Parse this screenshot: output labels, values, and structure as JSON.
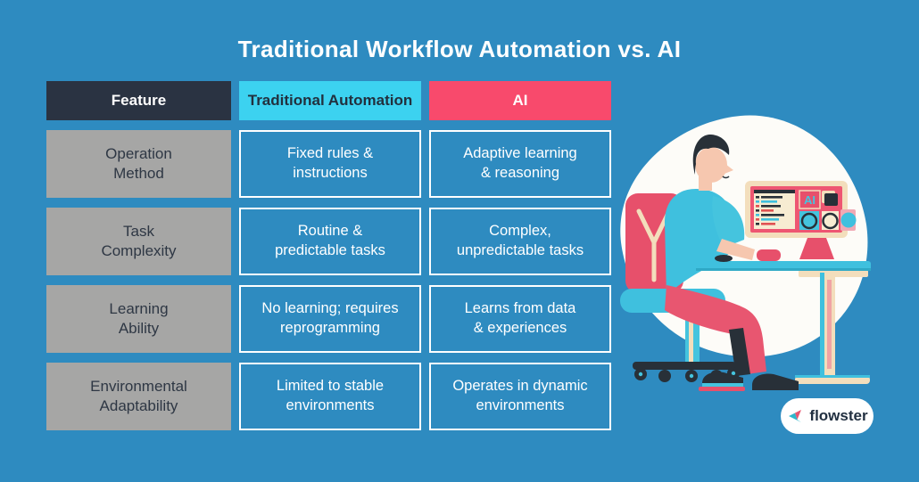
{
  "title": "Traditional Workflow Automation vs. AI",
  "table": {
    "headers": [
      {
        "label": "Feature"
      },
      {
        "label": "Traditional Automation"
      },
      {
        "label": "AI"
      }
    ],
    "rows": [
      {
        "feature": "Operation\nMethod",
        "traditional": "Fixed rules &\ninstructions",
        "ai": "Adaptive learning\n& reasoning"
      },
      {
        "feature": "Task\nComplexity",
        "traditional": "Routine &\npredictable tasks",
        "ai": "Complex,\nunpredictable tasks"
      },
      {
        "feature": "Learning\nAbility",
        "traditional": "No learning; requires\nreprogramming",
        "ai": "Learns from data\n& experiences"
      },
      {
        "feature": "Environmental\nAdaptability",
        "traditional": "Limited to stable\nenvironments",
        "ai": "Operates in dynamic\nenvironments"
      }
    ]
  },
  "illustration": {
    "monitor_label": "AI",
    "description": "man seated in red office chair working at a desktop computer showing an AI dashboard"
  },
  "brand": {
    "name": "flowster"
  },
  "colors": {
    "background": "#2e8bc0",
    "header_dark": "#2a3342",
    "header_cyan": "#3cd2f0",
    "header_pink": "#f84a6c",
    "feature_cell_gray": "#a6a6a5",
    "cell_border": "#ffffff",
    "text_dark": "#2e3744",
    "text_light": "#ffffff",
    "illus_cyan": "#3fc0de",
    "illus_red": "#e7506b",
    "illus_cream": "#f3debc",
    "illus_ink": "#283038"
  }
}
